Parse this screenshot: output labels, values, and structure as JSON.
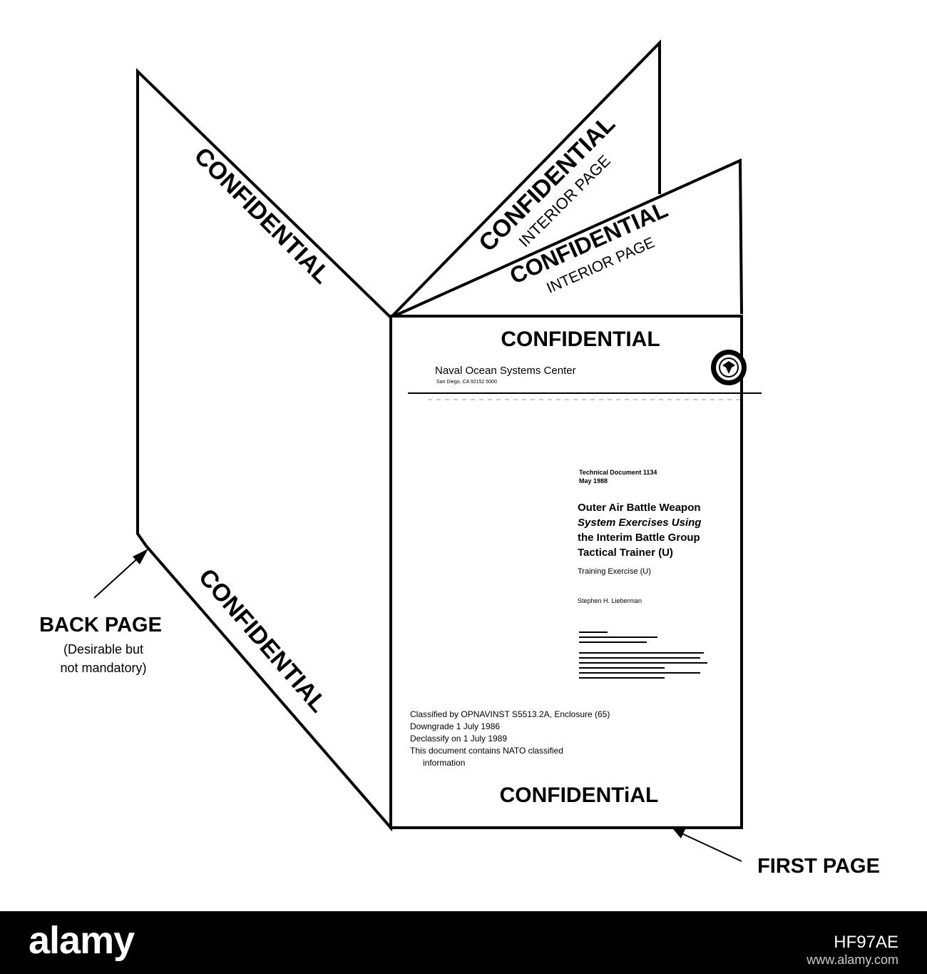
{
  "labels": {
    "confidential": "CONFIDENTIAL",
    "confidential_alt": "CONFIDENTiAL",
    "interior_page": "INTERIOR PAGE",
    "back_page": "BACK PAGE",
    "back_page_note_1": "(Desirable but",
    "back_page_note_2": "not mandatory)",
    "first_page": "FIRST PAGE"
  },
  "cover": {
    "org_name": "Naval Ocean Systems Center",
    "org_address": "San Diego, CA 92152 5000",
    "doc_number": "Technical Document 1134",
    "doc_date": "May 1988",
    "title_line_1": "Outer Air Battle Weapon",
    "title_line_2": "System Exercises Using",
    "title_line_3": "the Interim Battle Group",
    "title_line_4": "Tactical Trainer (U)",
    "subtitle": "Training Exercise (U)",
    "author": "Stephen H. Lieberman",
    "class_line_1": "Classified by OPNAVINST S5513.2A, Enclosure (65)",
    "class_line_2": "Downgrade 1 July 1986",
    "class_line_3": "Declassify on 1 July 1989",
    "class_line_4": "This document contains NATO classified",
    "class_line_5": "information"
  },
  "footer": {
    "logo": "alamy",
    "image_id": "HF97AE",
    "url": "www.alamy.com"
  }
}
